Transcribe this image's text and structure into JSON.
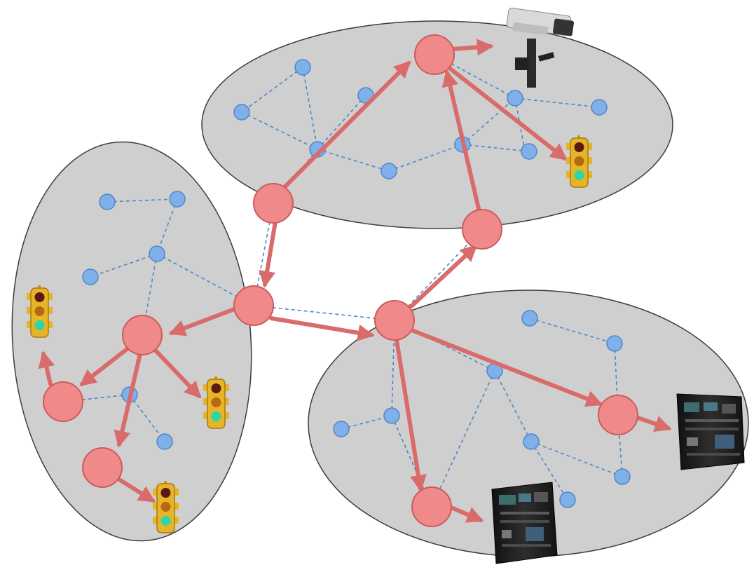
{
  "diagram": {
    "colors": {
      "cluster_fill": "#cfcfcf",
      "cluster_stroke": "#3d3d3d",
      "mesh_node": "#7fb0ea",
      "mesh_link": "#4f86c6",
      "gateway_node": "#f08a8a",
      "flow_arrow": "#d96b6b",
      "traffic_light_housing": "#e8b427",
      "server_rack": "#222222"
    },
    "clusters": [
      "top-cluster",
      "left-cluster",
      "bottom-right-cluster"
    ],
    "devices": [
      {
        "kind": "security-camera-icon",
        "count": 1
      },
      {
        "kind": "traffic-light-icon",
        "count": 4
      },
      {
        "kind": "server-rack-icon",
        "count": 2
      }
    ]
  }
}
